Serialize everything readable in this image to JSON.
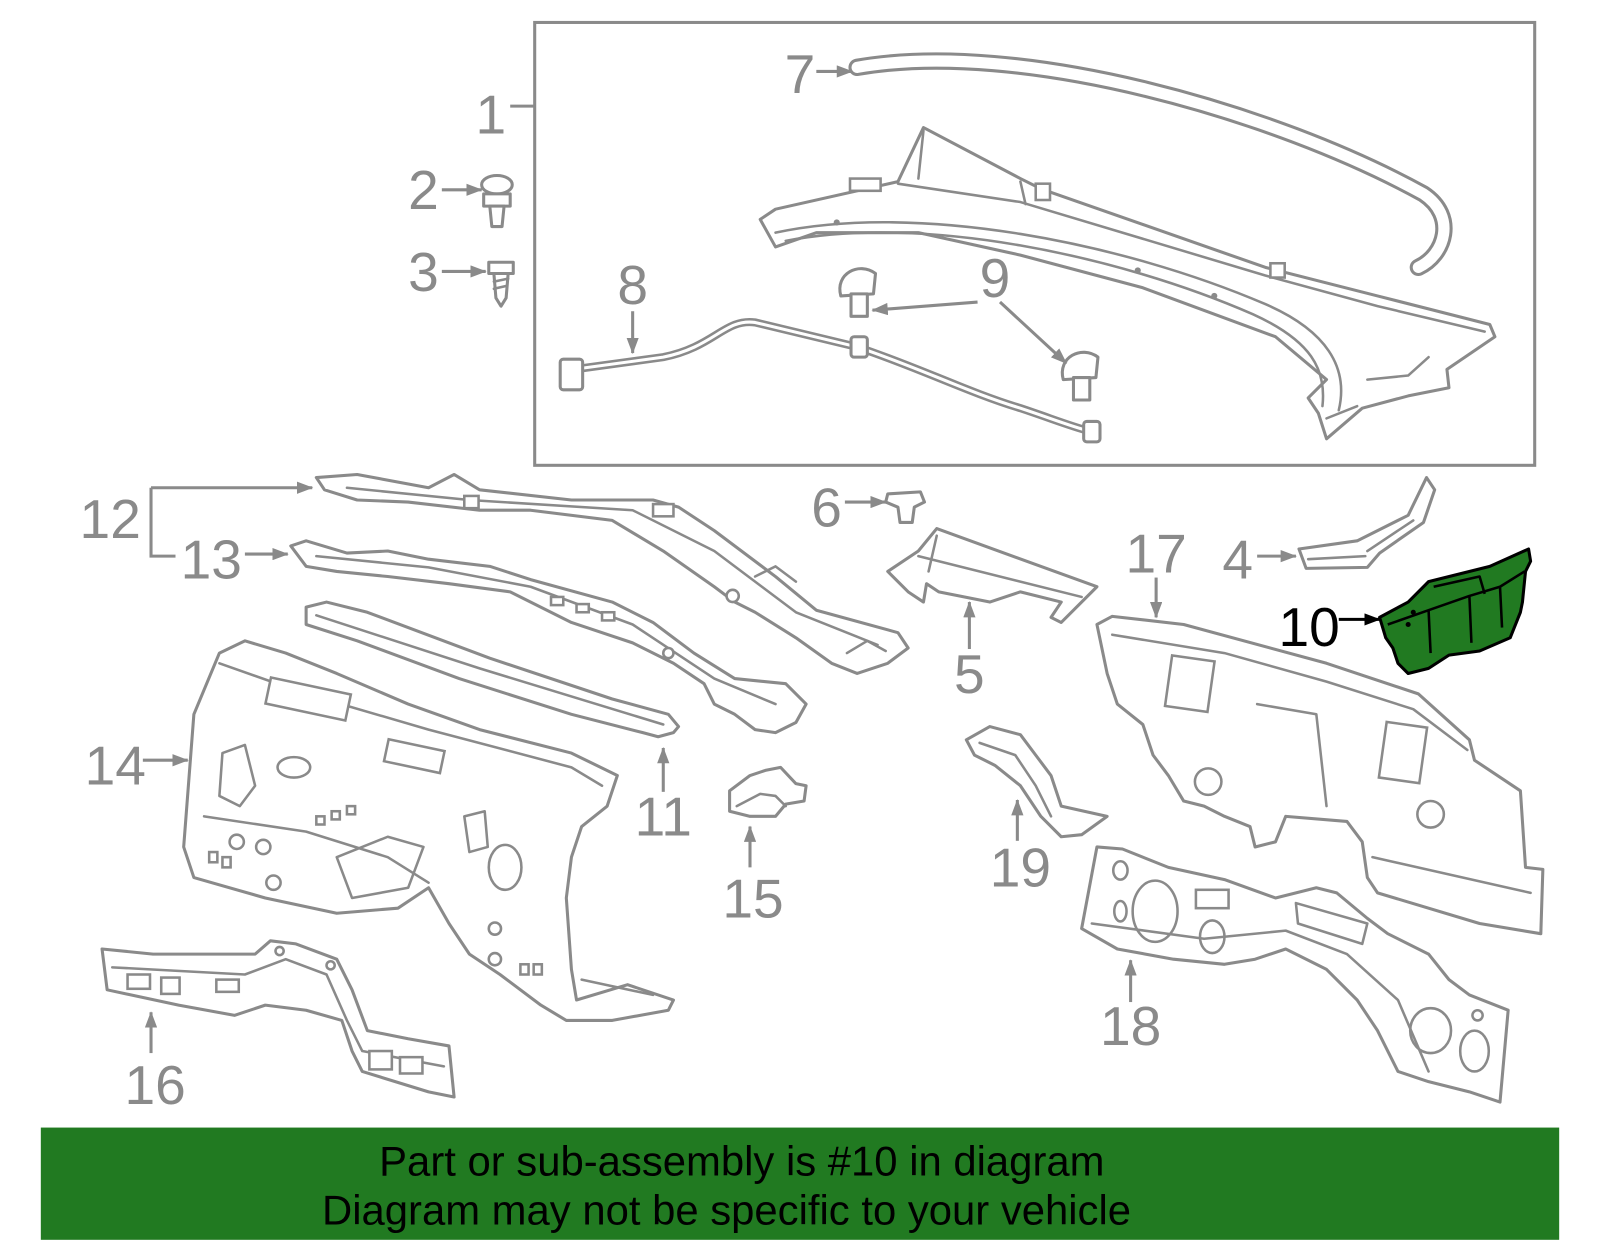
{
  "callouts": {
    "c1": "1",
    "c2": "2",
    "c3": "3",
    "c4": "4",
    "c5": "5",
    "c6": "6",
    "c7": "7",
    "c8": "8",
    "c9": "9",
    "c10": "10",
    "c11": "11",
    "c12": "12",
    "c13": "13",
    "c14": "14",
    "c15": "15",
    "c16": "16",
    "c17": "17",
    "c18": "18",
    "c19": "19"
  },
  "banner": {
    "line1": "Part or sub-assembly is #10 in diagram",
    "line2": "Diagram may not be specific to your vehicle"
  },
  "colors": {
    "line": "#8a8a8a",
    "highlight": "#217a21",
    "highlight_outline": "#000000",
    "banner": "#217a21",
    "banner_text": "#000000"
  }
}
